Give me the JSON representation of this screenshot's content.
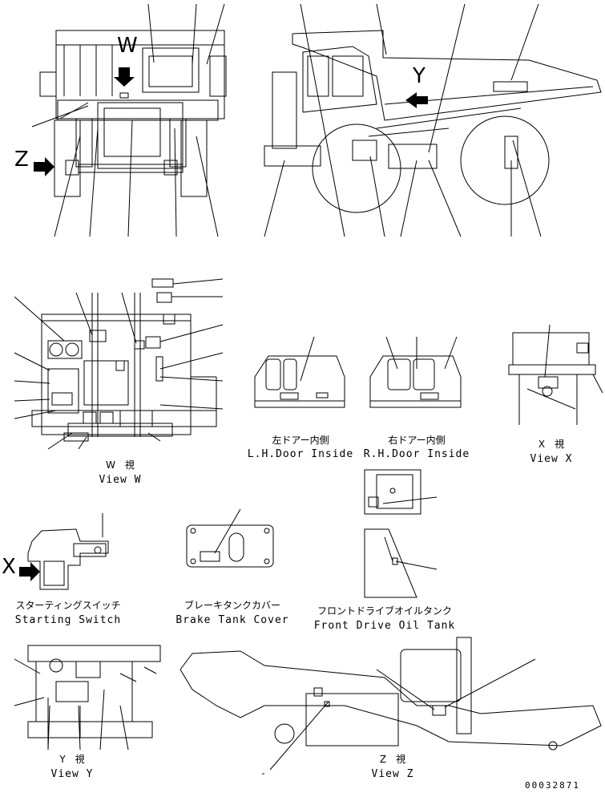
{
  "views": {
    "front": {
      "marker": "W",
      "side_marker": "Z"
    },
    "side": {
      "marker": "Y"
    },
    "view_w": {
      "jp": "W　視",
      "en": "View W"
    },
    "lh_door": {
      "jp": "左ドアー内側",
      "en": "L.H.Door Inside"
    },
    "rh_door": {
      "jp": "右ドアー内側",
      "en": "R.H.Door Inside"
    },
    "view_x": {
      "jp": "X　視",
      "en": "View X"
    },
    "starting_switch": {
      "marker": "X",
      "jp": "スターティングスイッチ",
      "en": "Starting Switch"
    },
    "brake_tank_cover": {
      "jp": "ブレーキタンクカバー",
      "en": "Brake Tank Cover"
    },
    "front_drive_oil_tank": {
      "jp": "フロントドライブオイルタンク",
      "en": "Front Drive Oil Tank"
    },
    "view_y": {
      "jp": "Y　視",
      "en": "View Y"
    },
    "view_z": {
      "jp": "Z　視",
      "en": "View Z"
    }
  },
  "drawing_number": "00032871",
  "colors": {
    "line": "#000000",
    "background": "#ffffff"
  }
}
